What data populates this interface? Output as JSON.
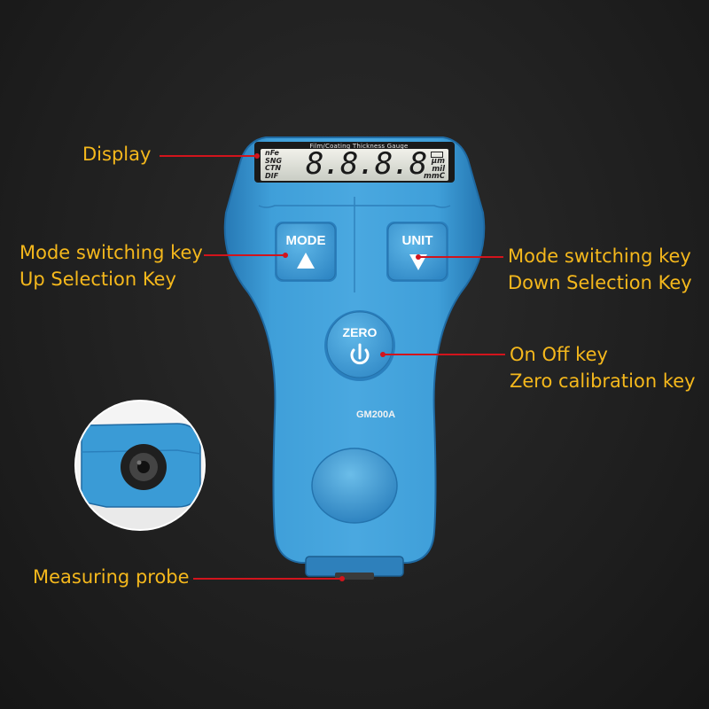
{
  "device": {
    "lcd_header": "Film/Coating Thickness Gauge",
    "lcd_left_labels": [
      "nFe",
      "SNG",
      "CTN",
      "DIF"
    ],
    "lcd_digits": "8.8.8.8",
    "lcd_right_labels": [
      "μm",
      "mil",
      "mmC"
    ],
    "mode_key": "MODE",
    "unit_key": "UNIT",
    "zero_key": "ZERO",
    "model": "GM200A",
    "body_color": "#3b9bd6"
  },
  "callouts": {
    "display": "Display",
    "mode_key": [
      "Mode switching key",
      "Up Selection Key"
    ],
    "unit_key": [
      "Mode switching key",
      "Down Selection Key"
    ],
    "zero_key": [
      "On Off key",
      "Zero calibration key"
    ],
    "probe": "Measuring probe"
  },
  "colors": {
    "label": "#f5b81c",
    "leader": "#d2141c",
    "background": "#1d1d1d"
  }
}
